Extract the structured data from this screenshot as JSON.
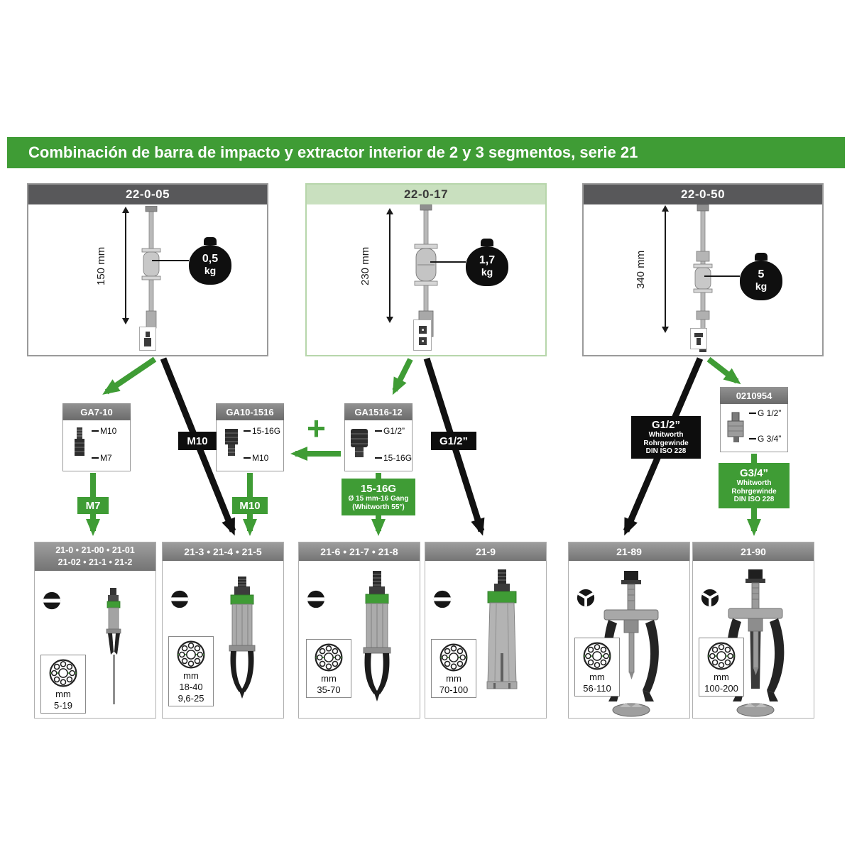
{
  "title": "Combinación de barra de impacto y extractor interior de 2 y 3 segmentos, serie 21",
  "top_products": [
    {
      "id": "22-0-05",
      "length": "150 mm",
      "weight_value": "0,5",
      "weight_unit": "kg"
    },
    {
      "id": "22-0-17",
      "length": "230 mm",
      "weight_value": "1,7",
      "weight_unit": "kg"
    },
    {
      "id": "22-0-50",
      "length": "340 mm",
      "weight_value": "5",
      "weight_unit": "kg"
    }
  ],
  "adapters": [
    {
      "id": "GA7-10",
      "top_label": "M10",
      "bottom_label": "M7"
    },
    {
      "id": "GA10-1516",
      "top_label": "15-16G",
      "bottom_label": "M10"
    },
    {
      "id": "GA1516-12",
      "top_label": "G1/2”",
      "bottom_label": "15-16G"
    },
    {
      "id": "0210954",
      "top_label": "G 1/2”",
      "bottom_label": "G 3/4”"
    }
  ],
  "connectors": {
    "plus": "+",
    "m10_black": "M10",
    "g12_black": "G1/2”",
    "m7_green": "M7",
    "m10_green": "M10",
    "thread_1516": {
      "title": "15-16G",
      "line1": "Ø 15 mm-16 Gang",
      "line2": "(Whitworth 55°)"
    },
    "g12_whitworth": {
      "title": "G1/2”",
      "line1": "Whitworth",
      "line2": "Rohrgewinde",
      "line3": "DIN ISO 228"
    },
    "g34_whitworth": {
      "title": "G3/4”",
      "line1": "Whitworth",
      "line2": "Rohrgewinde",
      "line3": "DIN ISO 228"
    }
  },
  "bottom_products": [
    {
      "id_line1": "21-0 • 21-00 • 21-01",
      "id_line2": "21-02 • 21-1 • 21-2",
      "unit": "mm",
      "range1": "5-19"
    },
    {
      "id_line1": "21-3 • 21-4 • 21-5",
      "unit": "mm",
      "range1": "18-40",
      "range2": "9,6-25"
    },
    {
      "id_line1": "21-6 • 21-7 • 21-8",
      "unit": "mm",
      "range1": "35-70"
    },
    {
      "id_line1": "21-9",
      "unit": "mm",
      "range1": "70-100"
    },
    {
      "id_line1": "21-89",
      "unit": "mm",
      "range1": "56-110"
    },
    {
      "id_line1": "21-90",
      "unit": "mm",
      "range1": "100-200"
    }
  ],
  "colors": {
    "green": "#3f9c35",
    "black": "#111111",
    "header_gray": "#58585a",
    "header_light_green": "#c9e0bf"
  }
}
